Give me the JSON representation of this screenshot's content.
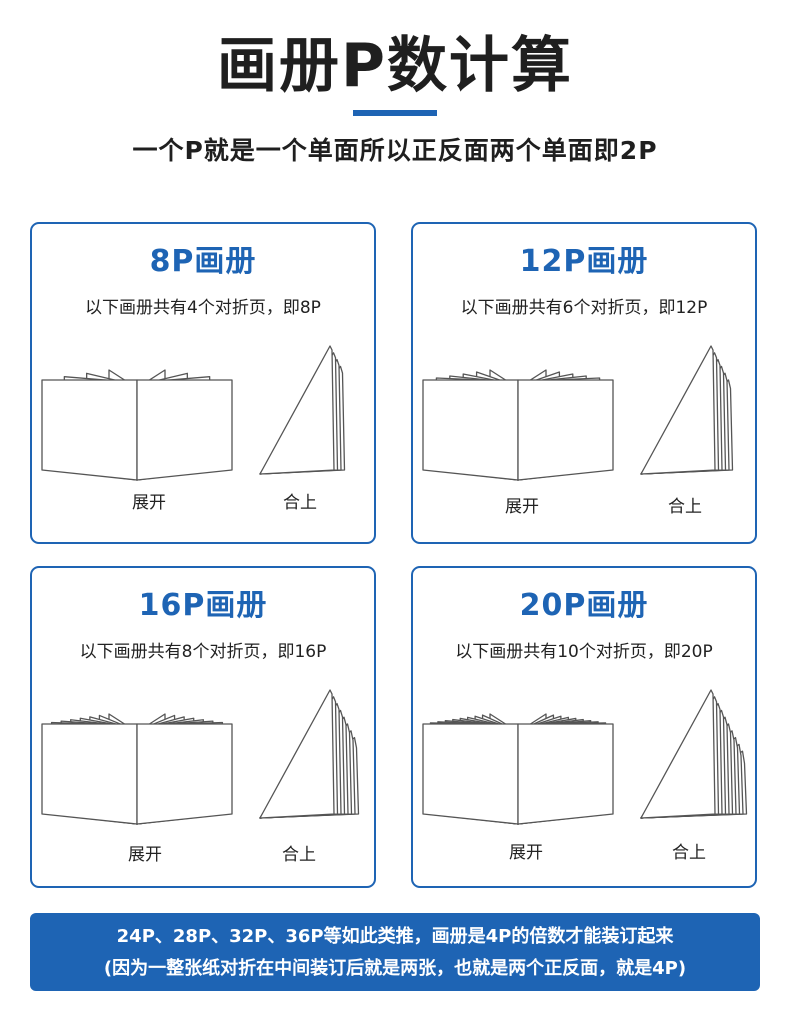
{
  "header": {
    "title": "画册P数计算",
    "subtitle": "一个P就是一个单面所以正反面两个单面即2P"
  },
  "cards": [
    {
      "title": "8P画册",
      "desc": "以下画册共有4个对折页，即8P",
      "open_label": "展开",
      "closed_label": "合上",
      "folds": 4
    },
    {
      "title": "12P画册",
      "desc": "以下画册共有6个对折页，即12P",
      "open_label": "展开",
      "closed_label": "合上",
      "folds": 6
    },
    {
      "title": "16P画册",
      "desc": "以下画册共有8个对折页，即16P",
      "open_label": "展开",
      "closed_label": "合上",
      "folds": 8
    },
    {
      "title": "20P画册",
      "desc": "以下画册共有10个对折页，即20P",
      "open_label": "展开",
      "closed_label": "合上",
      "folds": 10
    }
  ],
  "footer": {
    "line1": "24P、28P、32P、36P等如此类推，画册是4P的倍数才能装订起来",
    "line2": "(因为一整张纸对折在中间装订后就是两张，也就是两个正反面，就是4P)"
  },
  "colors": {
    "accent": "#1e64b4",
    "text": "#1f1f1f",
    "stroke": "#555555"
  }
}
